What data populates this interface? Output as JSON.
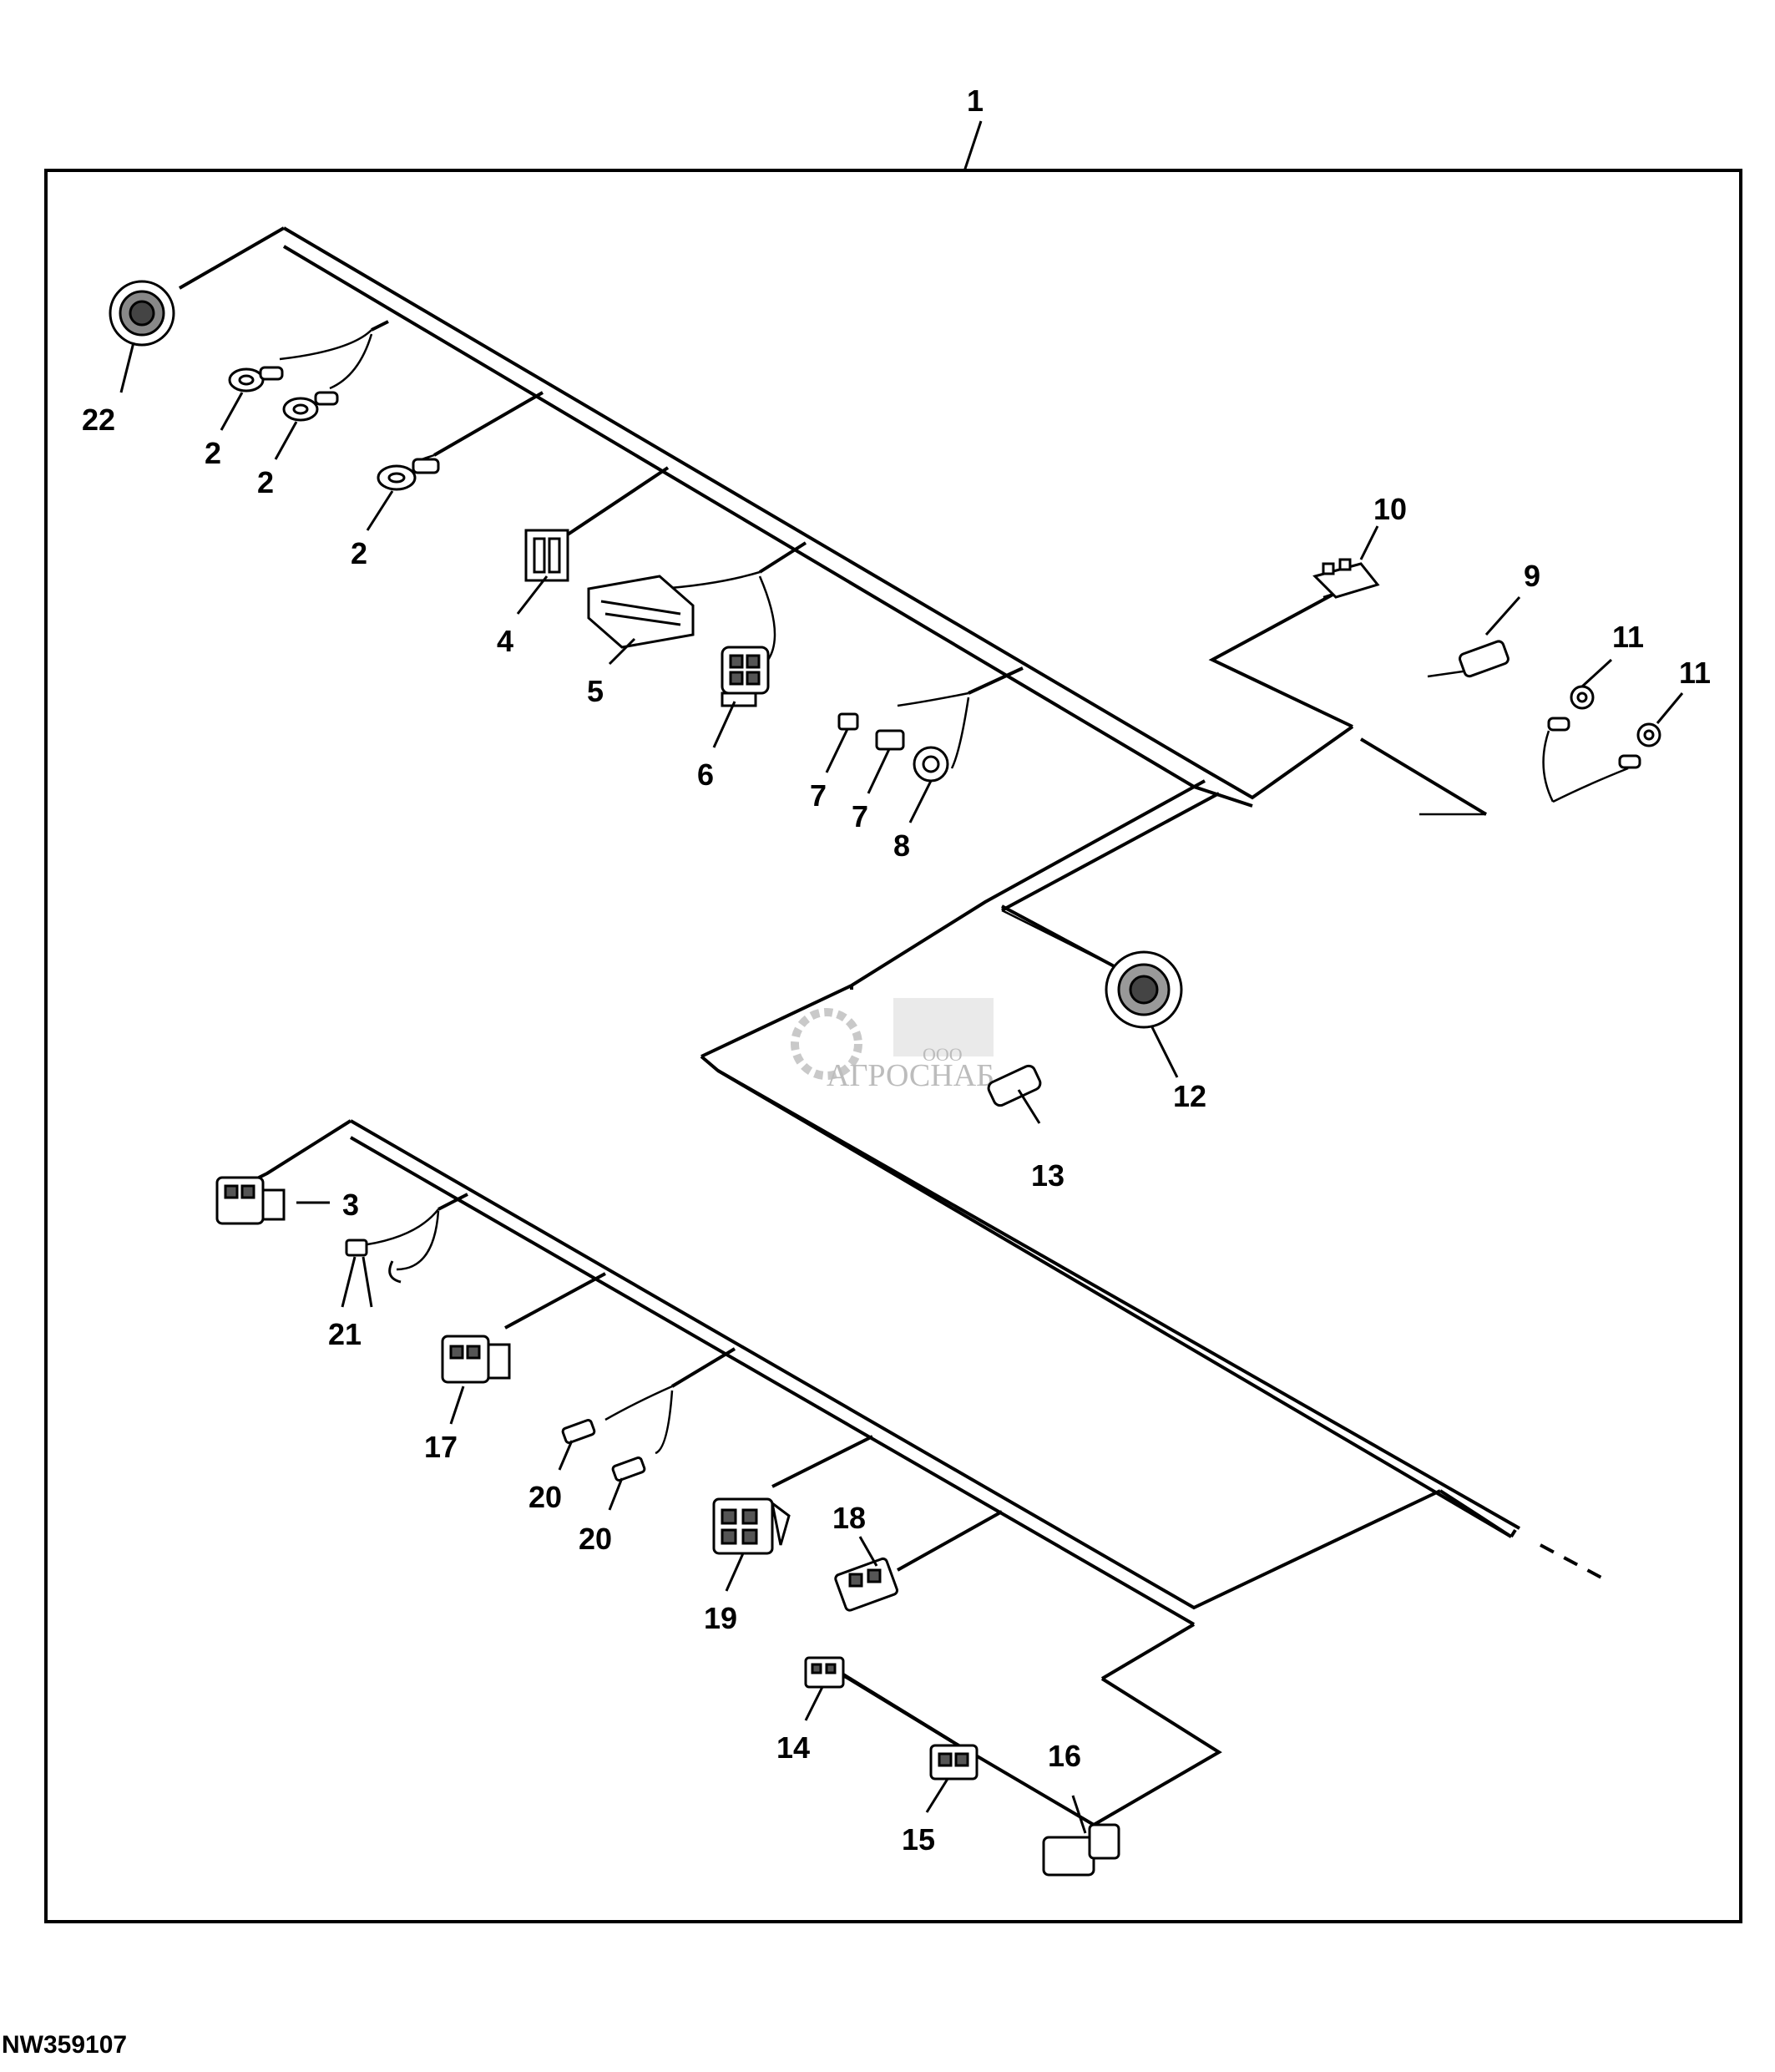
{
  "figure_id": "NW359107",
  "watermark": {
    "company": "ООО",
    "name": "АГРОСНАБ"
  },
  "callouts": [
    "1",
    "2",
    "2",
    "2",
    "3",
    "4",
    "5",
    "6",
    "7",
    "7",
    "8",
    "9",
    "10",
    "11",
    "11",
    "12",
    "13",
    "14",
    "15",
    "16",
    "17",
    "18",
    "19",
    "20",
    "20",
    "21",
    "22"
  ],
  "colors": {
    "line": "#000000",
    "background": "#ffffff",
    "watermark": "#b5b5b5"
  }
}
